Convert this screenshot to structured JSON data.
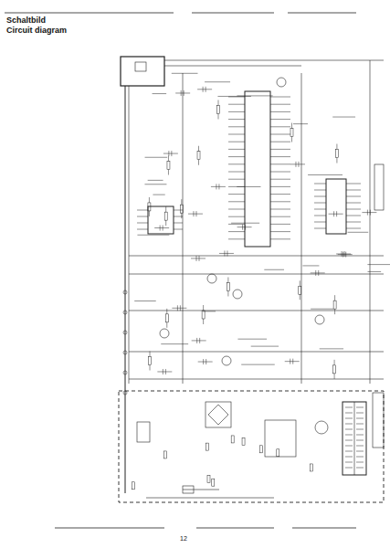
{
  "diagram": {
    "title": "Schaltbild",
    "labels": [
      "Circuit diagram",
      "12"
    ]
  }
}
